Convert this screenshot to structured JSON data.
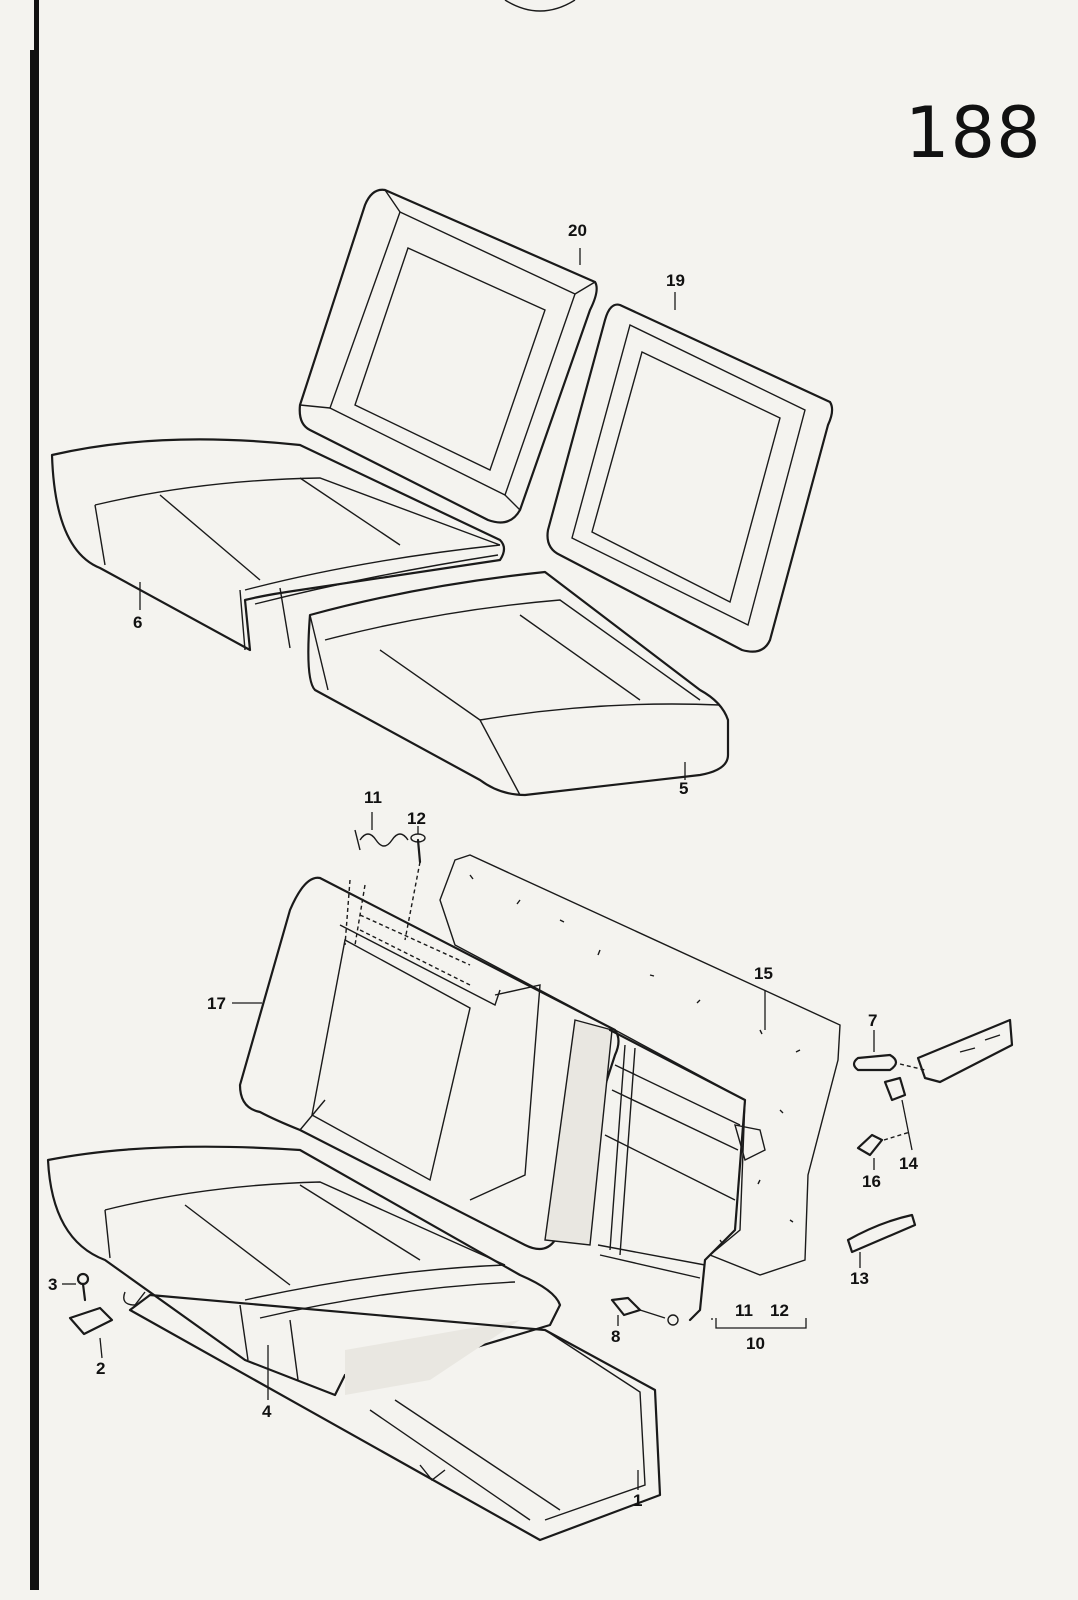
{
  "page_number": "188",
  "callouts": [
    {
      "id": "c20",
      "text": "20"
    },
    {
      "id": "c19",
      "text": "19"
    },
    {
      "id": "c6",
      "text": "6"
    },
    {
      "id": "c5",
      "text": "5"
    },
    {
      "id": "c11a",
      "text": "11"
    },
    {
      "id": "c12a",
      "text": "12"
    },
    {
      "id": "c15",
      "text": "15"
    },
    {
      "id": "c17",
      "text": "17"
    },
    {
      "id": "c7",
      "text": "7"
    },
    {
      "id": "c14",
      "text": "14"
    },
    {
      "id": "c16",
      "text": "16"
    },
    {
      "id": "c13",
      "text": "13"
    },
    {
      "id": "c3",
      "text": "3"
    },
    {
      "id": "c2",
      "text": "2"
    },
    {
      "id": "c4",
      "text": "4"
    },
    {
      "id": "c8",
      "text": "8"
    },
    {
      "id": "c11b",
      "text": "11"
    },
    {
      "id": "c12b",
      "text": "12"
    },
    {
      "id": "c10",
      "text": "10"
    },
    {
      "id": "c1",
      "text": "1"
    }
  ]
}
